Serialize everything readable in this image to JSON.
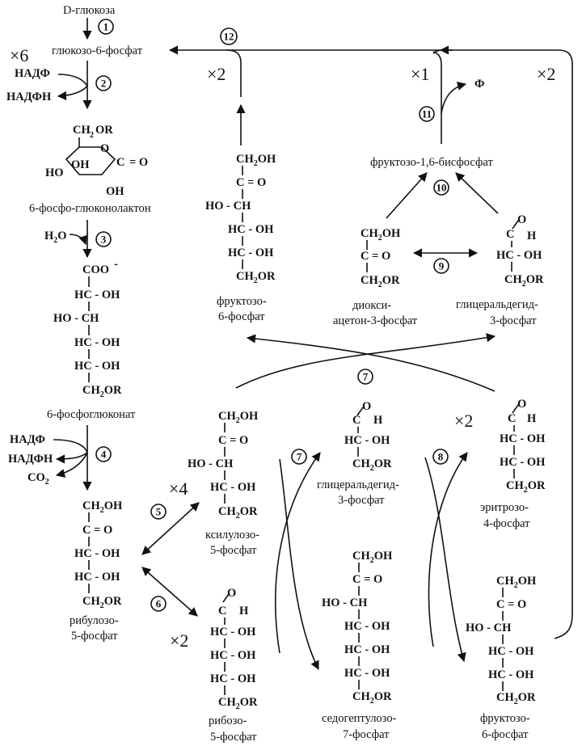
{
  "labels": {
    "d_glucose": "D-глюкоза",
    "g6p": "глюкозо-6-фосфат",
    "lactone": "6-фосфо-глюконолактон",
    "gluconate": "6-фосфоглюконат",
    "ribulose1": "рибулозо-",
    "ribulose2": "5-фосфат",
    "xylulose1": "ксилулозо-",
    "xylulose2": "5-фосфат",
    "ribose1": "рибозо-",
    "ribose2": "5-фосфат",
    "gap1": "глицеральдегид-",
    "gap2": "3-фосфат",
    "sedo1": "седогептулозо-",
    "sedo2": "7-фосфат",
    "ery1": "эритрозо-",
    "ery2": "4-фосфат",
    "f6p_low1": "фруктозо-",
    "f6p_low2": "6-фосфат",
    "f6p_up1": "фруктозо-",
    "f6p_up2": "6-фосфат",
    "dhap1": "диокси-",
    "dhap2": "ацетон-3-фосфат",
    "gap_up1": "глицеральдегид-",
    "gap_up2": "3-фосфат",
    "fbp": "фруктозо-1,6-бисфосфат"
  },
  "cofactors": {
    "nadp": "НАДФ",
    "nadph": "НАДФН",
    "nadp2": "НАДФ",
    "nadph2": "НАДФН",
    "co2": "CO",
    "co2_sub": "2",
    "h2o": "H",
    "h2o_sub": "2",
    "h2o_o": "O",
    "phi": "Ф"
  },
  "multipliers": {
    "x6": "×6",
    "x2_g6p": "×2",
    "x1": "×1",
    "x2_far": "×2",
    "x4": "×4",
    "x2_ribose": "×2",
    "x2_ery": "×2"
  },
  "steps": [
    "1",
    "2",
    "3",
    "4",
    "5",
    "6",
    "7",
    "7",
    "8",
    "9",
    "10",
    "11",
    "12"
  ],
  "chem": {
    "ch2or": "CH",
    "sub2": "2",
    "or": "OR",
    "ch2oh": "CH",
    "oh": "OH",
    "co": "C = O",
    "ho_ch": "HO - CH",
    "hc_oh": "HC - OH",
    "coo": "COO",
    "minus": "-",
    "c_ald": "C",
    "o_ald": "O",
    "h_ald": "H",
    "ring_oh": "OH",
    "ring_ho": "HO",
    "ring_c": "C",
    "ring_eq": "= O",
    "ring_o": "O"
  }
}
